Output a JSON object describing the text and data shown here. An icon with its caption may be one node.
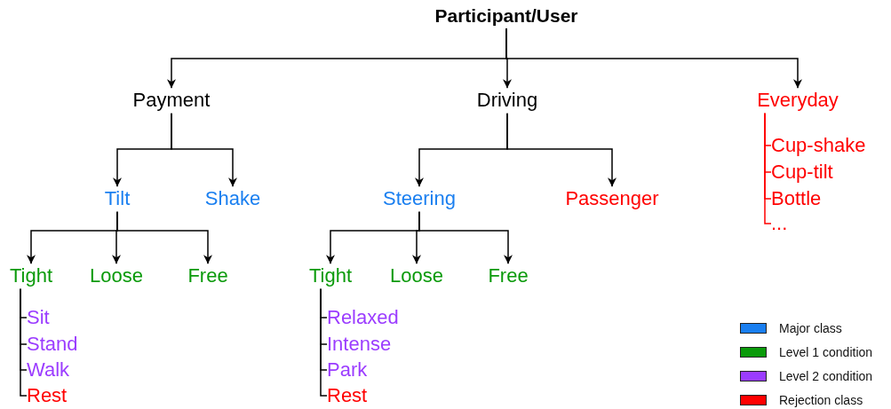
{
  "diagram": {
    "nodes": [
      {
        "text": [
          "Participant/User"
        ]
      },
      {
        "text": [
          "Payment"
        ]
      },
      {
        "text": [
          "Driving"
        ]
      },
      {
        "text": [
          "Everyday"
        ]
      },
      {
        "text": [
          "Tilt"
        ]
      },
      {
        "text": [
          "Shake"
        ]
      },
      {
        "text": [
          "Steering"
        ]
      },
      {
        "text": [
          "Passenger"
        ]
      },
      {
        "text": [
          "Tight"
        ]
      },
      {
        "text": [
          "Loose"
        ]
      },
      {
        "text": [
          "Free"
        ]
      },
      {
        "text": [
          "Tight"
        ]
      },
      {
        "text": [
          "Loose"
        ]
      },
      {
        "text": [
          "Free"
        ]
      },
      {
        "text": [
          "Sit"
        ]
      },
      {
        "text": [
          "Stand"
        ]
      },
      {
        "text": [
          "Walk"
        ]
      },
      {
        "text": [
          "Rest"
        ]
      },
      {
        "text": [
          "Relaxed"
        ]
      },
      {
        "text": [
          "Intense"
        ]
      },
      {
        "text": [
          "Park"
        ]
      },
      {
        "text": [
          "Rest"
        ]
      },
      {
        "text": [
          "Cup-shake"
        ]
      },
      {
        "text": [
          "Cup-tilt"
        ]
      },
      {
        "text": [
          "Bottle"
        ]
      },
      {
        "text": [
          "..."
        ]
      }
    ],
    "edges": [
      {
        "from": 0,
        "to": 1,
        "arrow": "to"
      },
      {
        "from": 0,
        "to": 2,
        "arrow": "to"
      },
      {
        "from": 0,
        "to": 3,
        "arrow": "to"
      },
      {
        "from": 1,
        "to": 4,
        "arrow": "to"
      },
      {
        "from": 1,
        "to": 5,
        "arrow": "to"
      },
      {
        "from": 2,
        "to": 6,
        "arrow": "to"
      },
      {
        "from": 2,
        "to": 7,
        "arrow": "to"
      },
      {
        "from": 4,
        "to": 8,
        "arrow": "to"
      },
      {
        "from": 4,
        "to": 9,
        "arrow": "to"
      },
      {
        "from": 4,
        "to": 10,
        "arrow": "to"
      },
      {
        "from": 6,
        "to": 11,
        "arrow": "to"
      },
      {
        "from": 6,
        "to": 12,
        "arrow": "to"
      },
      {
        "from": 6,
        "to": 13,
        "arrow": "to"
      },
      {
        "from": 8,
        "to": 14,
        "arrow": "none"
      },
      {
        "from": 8,
        "to": 15,
        "arrow": "none"
      },
      {
        "from": 8,
        "to": 16,
        "arrow": "none"
      },
      {
        "from": 8,
        "to": 17,
        "arrow": "none"
      },
      {
        "from": 11,
        "to": 18,
        "arrow": "none"
      },
      {
        "from": 11,
        "to": 19,
        "arrow": "none"
      },
      {
        "from": 11,
        "to": 20,
        "arrow": "none"
      },
      {
        "from": 11,
        "to": 21,
        "arrow": "none"
      },
      {
        "from": 3,
        "to": 22,
        "arrow": "none",
        "color": "#ff0000"
      },
      {
        "from": 3,
        "to": 23,
        "arrow": "none",
        "color": "#ff0000"
      },
      {
        "from": 3,
        "to": 24,
        "arrow": "none",
        "color": "#ff0000"
      },
      {
        "from": 3,
        "to": 25,
        "arrow": "none",
        "color": "#ff0000"
      }
    ],
    "legend": [
      {
        "text": "Major class",
        "color": "#1a7ff0"
      },
      {
        "text": "Level 1 condition",
        "color": "#0a9a0a"
      },
      {
        "text": "Level 2 condition",
        "color": "#9b3cff"
      },
      {
        "text": "Rejection class",
        "color": "#ff0000"
      }
    ]
  }
}
